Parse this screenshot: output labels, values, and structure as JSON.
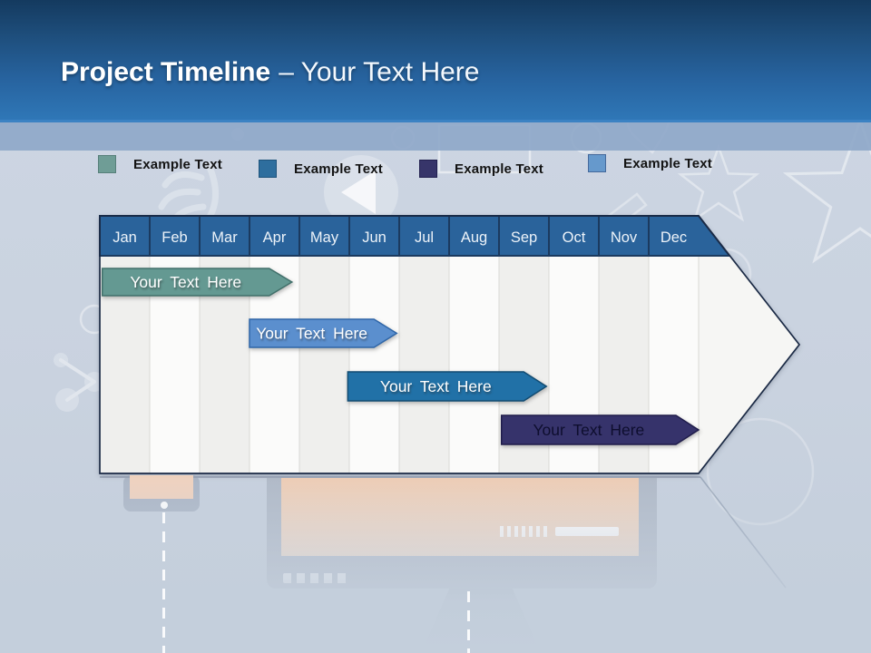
{
  "header": {
    "title_bold": "Project Timeline",
    "title_regular": "– Your Text Here"
  },
  "legend": {
    "items": [
      {
        "label": "Example Text",
        "color": "#6F9D96",
        "border": "#567F79"
      },
      {
        "label": "Example Text",
        "color": "#2E6E9E",
        "border": "#1E537C"
      },
      {
        "label": "Example Text",
        "color": "#37356A",
        "border": "#232150"
      },
      {
        "label": "Example Text",
        "color": "#6699CC",
        "border": "#44699B"
      }
    ]
  },
  "timeline": {
    "months": [
      "Jan",
      "Feb",
      "Mar",
      "Apr",
      "May",
      "Jun",
      "Jul",
      "Aug",
      "Sep",
      "Oct",
      "Nov",
      "Dec"
    ],
    "header_fill": "#2A639B",
    "header_border": "#1B3A5F",
    "outline": "#1B2A45",
    "column_fills": [
      "#EFEFED",
      "#FBFBFA"
    ],
    "bars": [
      {
        "label": "Your Text Here",
        "row": 0,
        "start_month": 0.05,
        "end_month": 3.85,
        "months_span": "Jan–Apr",
        "fill": "#649992",
        "border": "#41706A",
        "text_style": "light"
      },
      {
        "label": "Your Text Here",
        "row": 1,
        "start_month": 3.0,
        "end_month": 5.95,
        "months_span": "Apr–Jun",
        "fill": "#5B8FCE",
        "border": "#2F66A8",
        "text_style": "light"
      },
      {
        "label": "Your Text Here",
        "row": 2,
        "start_month": 4.97,
        "end_month": 8.95,
        "months_span": "Jun–Sep",
        "fill": "#2171A7",
        "border": "#124C72",
        "text_style": "light"
      },
      {
        "label": "Your Text Here",
        "row": 3,
        "start_month": 8.05,
        "end_month": 12.0,
        "months_span": "Sep–Dec",
        "fill": "#36336B",
        "border": "#201D4B",
        "text_style": "dark"
      }
    ]
  }
}
